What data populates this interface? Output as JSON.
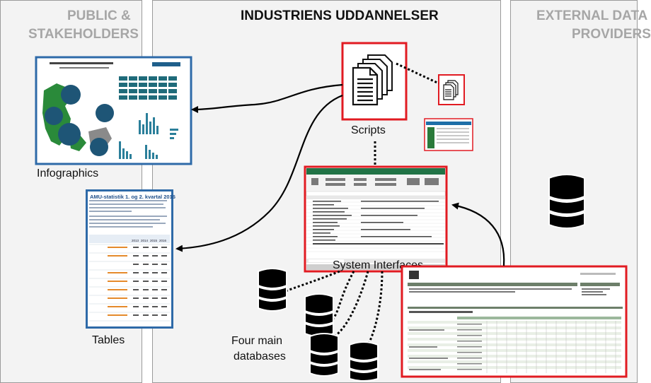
{
  "panels": {
    "left": {
      "title_line1": "PUBLIC &",
      "title_line2": "STAKEHOLDERS"
    },
    "center": {
      "title": "INDUSTRIENS UDDANNELSER"
    },
    "right": {
      "title_line1": "EXTERNAL DATA",
      "title_line2": "PROVIDERS"
    }
  },
  "labels": {
    "infographics": "Infographics",
    "tables": "Tables",
    "scripts": "Scripts",
    "system_interfaces": "System Interfaces",
    "databases_line1": "Four main",
    "databases_line2": "databases"
  },
  "table_thumbnail": {
    "title": "AMU-statistik 1. og 2. kvartal 2016",
    "year_headers": [
      "2013",
      "2014",
      "2015",
      "2016"
    ]
  },
  "colors": {
    "panel_bg": "#f3f3f3",
    "panel_border": "#9a9a9a",
    "accent_red": "#e11b22",
    "accent_blue": "#2e6aa8",
    "title_gray": "#a6a6a6",
    "excel_green": "#217346"
  }
}
